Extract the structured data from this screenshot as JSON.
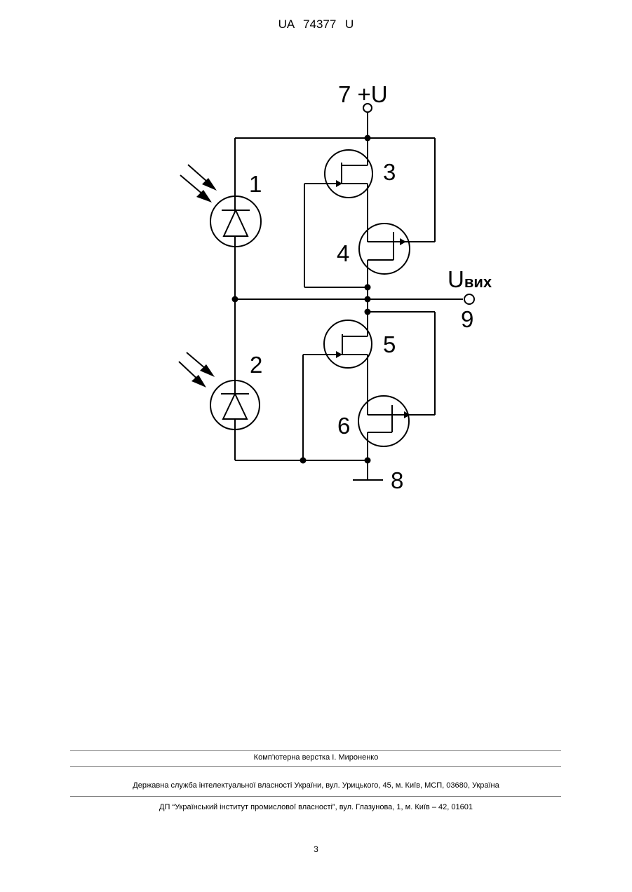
{
  "header": {
    "patent_number": "UA   74377   U"
  },
  "diagram": {
    "supply_label": "7 +U",
    "ground_label": "8",
    "output_label_main": "U",
    "output_label_sub": "вих",
    "output_node": "9",
    "photodiode_1": "1",
    "photodiode_2": "2",
    "transistor_3": "3",
    "transistor_4": "4",
    "transistor_5": "5",
    "transistor_6": "6"
  },
  "footer": {
    "layout_credit": "Комп’ютерна верстка І. Мироненко",
    "agency": "Державна служба інтелектуальної власності України, вул. Урицького, 45, м. Київ, МСП, 03680, Україна",
    "publisher": "ДП “Український інститут промислової власності”, вул. Глазунова, 1, м. Київ – 42, 01601"
  },
  "page_number": "3"
}
